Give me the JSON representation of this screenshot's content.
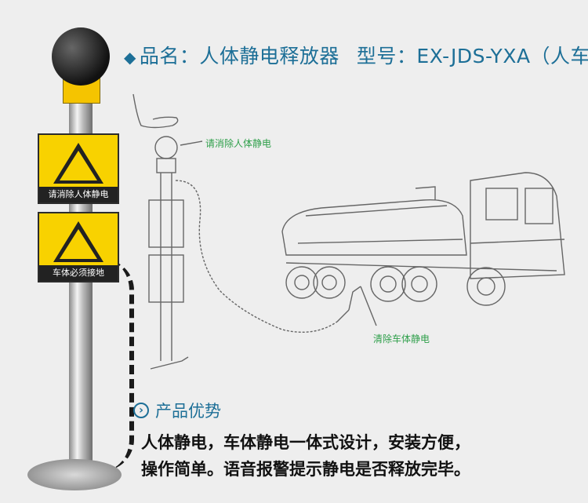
{
  "header": {
    "product_name": "品名：人体静电释放器",
    "model": "型号：EX-JDS-YXA（人车一体）"
  },
  "pole": {
    "sign_top_label": "请消除人体静电",
    "sign_bottom_label": "车体必须接地"
  },
  "diagram": {
    "label_person": "请消除人体静电",
    "label_vehicle": "清除车体静电"
  },
  "advantages": {
    "title": "产品优势",
    "line1": "人体静电，车体静电一体式设计，安装方便，",
    "line2": "操作简单。语音报警提示静电是否释放完毕。"
  },
  "colors": {
    "accent": "#1d6f97",
    "label_green": "#2e9f4a",
    "sign_yellow": "#f8d200"
  }
}
